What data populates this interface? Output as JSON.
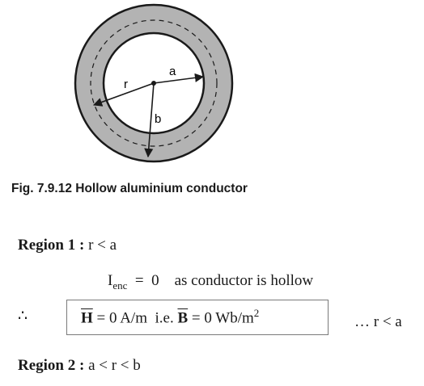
{
  "figure": {
    "labels": {
      "a": "a",
      "r": "r",
      "b": "b"
    },
    "colors": {
      "ring": "#b3b3b3",
      "stroke": "#1a1a1a"
    }
  },
  "caption": "Fig. 7.9.12 Hollow aluminium conductor",
  "region1": {
    "label": "Region 1 :",
    "condition": "r < a",
    "ienc": {
      "symbol": "I",
      "subscript": "enc",
      "equals": "=",
      "value": "0",
      "note": "as conductor is hollow"
    },
    "therefore": "∴",
    "eq": {
      "h_symbol": "H",
      "h_rest": "= 0 A/m",
      "ie": "i.e.",
      "b_symbol": "B",
      "b_rest": "= 0 Wb/m",
      "b_sup": "2"
    },
    "range": "… r < a"
  },
  "region2": {
    "label": "Region 2 :",
    "condition": "a < r < b"
  }
}
